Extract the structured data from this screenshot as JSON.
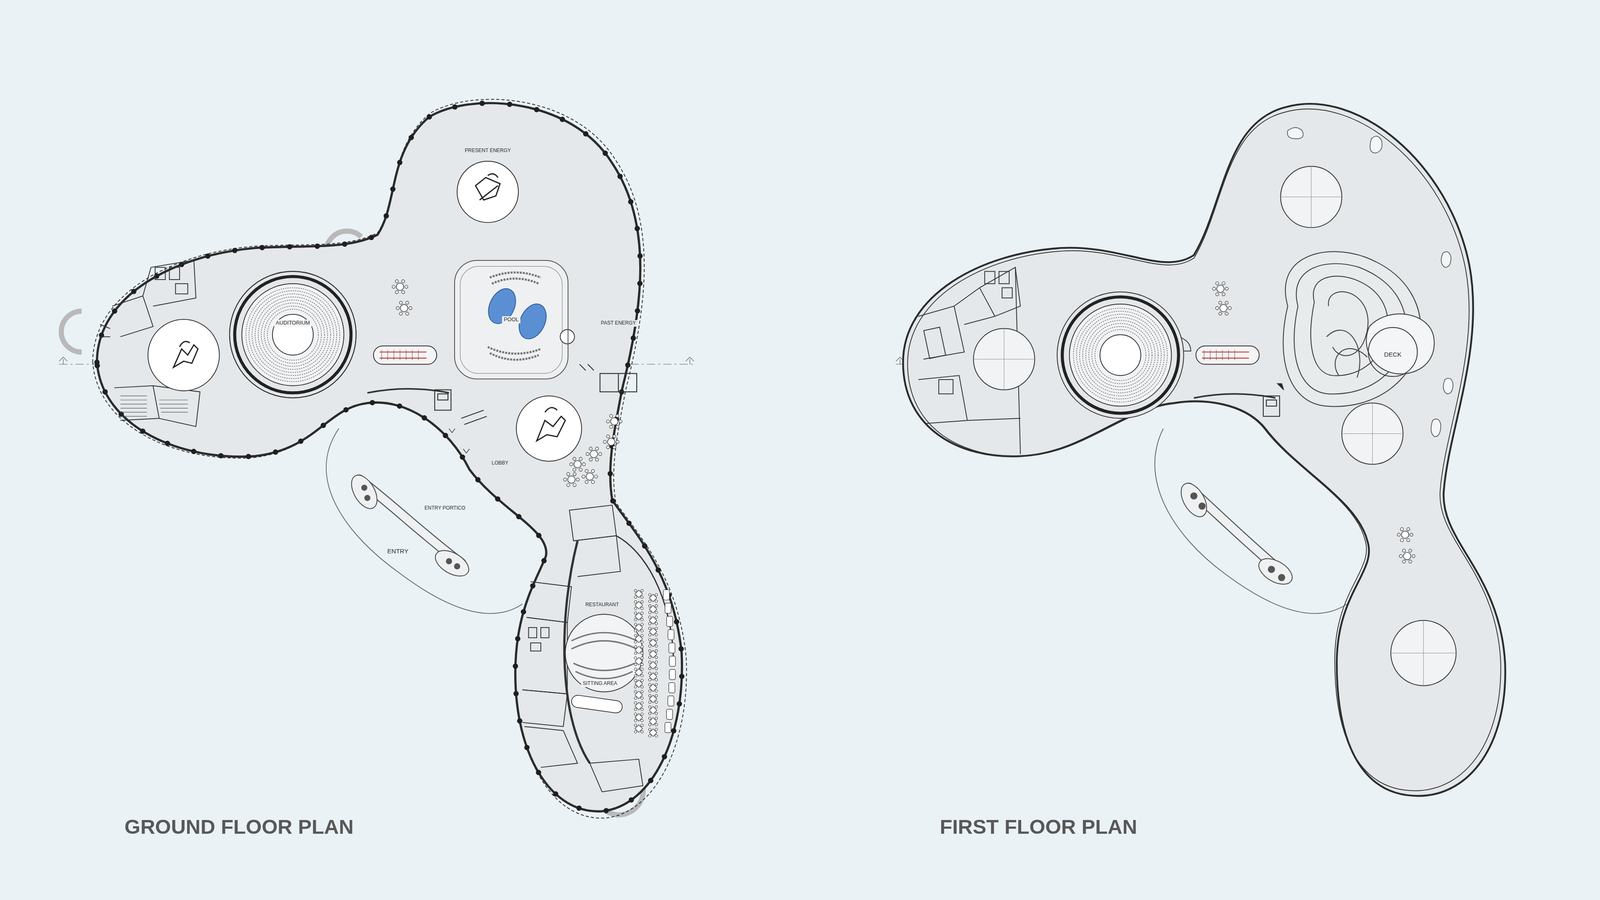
{
  "diagram": {
    "nodes": [
      {
        "text": [
          "POOL"
        ]
      },
      {
        "text": [
          "AUDITORIUM"
        ]
      },
      {
        "text": [
          "DECK"
        ]
      }
    ],
    "labels": [
      "GROUND FLOOR PLAN",
      "FIRST FLOOR PLAN",
      "PRESENT ENERGY",
      "PAST ENERGY",
      "LOBBY",
      "ENTRY PORTICO",
      "ENTRY",
      "RESTAURANT",
      "SITTING AREA"
    ]
  }
}
